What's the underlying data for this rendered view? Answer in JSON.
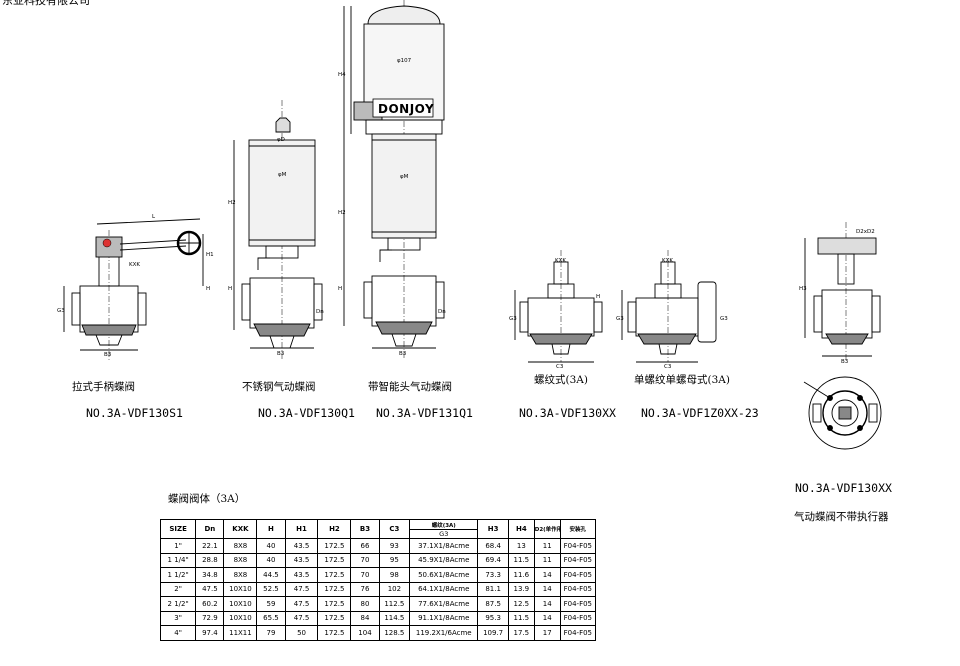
{
  "company": "东亚科技有限公司",
  "brand": "DONJOY",
  "dims": {
    "L": "L",
    "KXK": "KXK",
    "H": "H",
    "H1": "H1",
    "H2": "H2",
    "H3": "H3",
    "H4": "H4",
    "G3": "G3",
    "B3": "B3",
    "C3": "C3",
    "Dn": "Dn",
    "phiD": "φD",
    "phiM": "φM",
    "phi107": "φ107",
    "D2xD2": "D2xD2"
  },
  "figures": [
    {
      "caption": "拉式手柄蝶阀",
      "model": "NO.3A-VDF130S1"
    },
    {
      "caption": "不锈钢气动蝶阀",
      "model": "NO.3A-VDF130Q1"
    },
    {
      "caption": "带智能头气动蝶阀",
      "model": "NO.3A-VDF131Q1"
    },
    {
      "caption": "螺纹式(3A)",
      "model": "NO.3A-VDF130XX"
    },
    {
      "caption": "单螺纹单螺母式(3A)",
      "model": "NO.3A-VDF1Z0XX-23"
    },
    {
      "caption": "气动蝶阀不带执行器",
      "model": "NO.3A-VDF130XX"
    }
  ],
  "table": {
    "title": "蝶阀阀体（3A）",
    "headers": [
      "SIZE",
      "Dn",
      "KXK",
      "H",
      "H1",
      "H2",
      "B3",
      "C3",
      "螺纹(3A)",
      "H3",
      "H4",
      "D2(单作用)",
      "安装孔"
    ],
    "subheader": "G3",
    "rows": [
      [
        "1\"",
        "22.1",
        "8X8",
        "40",
        "43.5",
        "172.5",
        "66",
        "93",
        "37.1X1/8Acme",
        "68.4",
        "13",
        "11",
        "F04-F05"
      ],
      [
        "1 1/4\"",
        "28.8",
        "8X8",
        "40",
        "43.5",
        "172.5",
        "70",
        "95",
        "45.9X1/8Acme",
        "69.4",
        "11.5",
        "11",
        "F04-F05"
      ],
      [
        "1 1/2\"",
        "34.8",
        "8X8",
        "44.5",
        "43.5",
        "172.5",
        "70",
        "98",
        "50.6X1/8Acme",
        "73.3",
        "11.6",
        "14",
        "F04-F05"
      ],
      [
        "2\"",
        "47.5",
        "10X10",
        "52.5",
        "47.5",
        "172.5",
        "76",
        "102",
        "64.1X1/8Acme",
        "81.1",
        "13.9",
        "14",
        "F04-F05"
      ],
      [
        "2 1/2\"",
        "60.2",
        "10X10",
        "59",
        "47.5",
        "172.5",
        "80",
        "112.5",
        "77.6X1/8Acme",
        "87.5",
        "12.5",
        "14",
        "F04-F05"
      ],
      [
        "3\"",
        "72.9",
        "10X10",
        "65.5",
        "47.5",
        "172.5",
        "84",
        "114.5",
        "91.1X1/8Acme",
        "95.3",
        "11.5",
        "14",
        "F04-F05"
      ],
      [
        "4\"",
        "97.4",
        "11X11",
        "79",
        "50",
        "172.5",
        "104",
        "128.5",
        "119.2X1/6Acme",
        "109.7",
        "17.5",
        "17",
        "F04-F05"
      ]
    ]
  }
}
